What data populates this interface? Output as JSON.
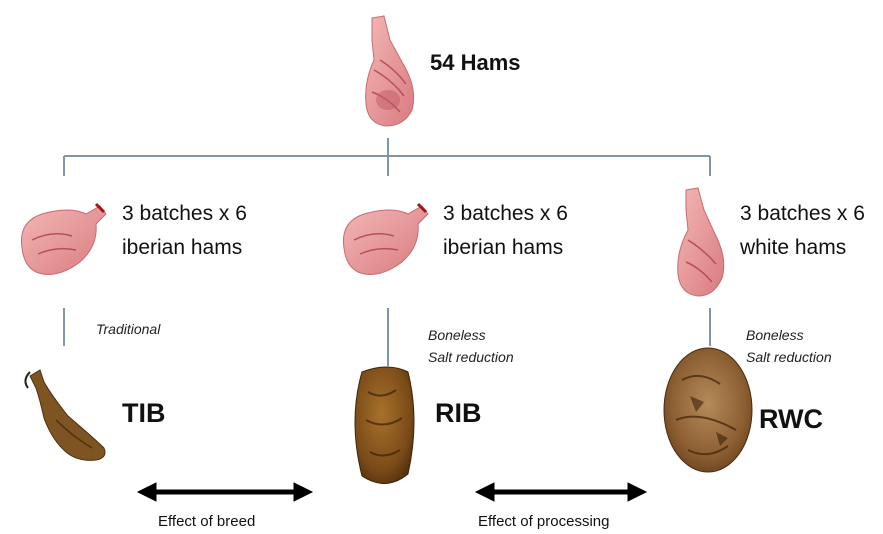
{
  "diagram": {
    "root": {
      "label": "54 Hams"
    },
    "branches": [
      {
        "label_line1": "3 batches x 6",
        "label_line2": "iberian hams",
        "process": [
          "Traditional"
        ],
        "code": "TIB"
      },
      {
        "label_line1": "3 batches x 6",
        "label_line2": "iberian hams",
        "process": [
          "Boneless",
          "Salt reduction"
        ],
        "code": "RIB"
      },
      {
        "label_line1": "3 batches x 6",
        "label_line2": "white hams",
        "process": [
          "Boneless",
          "Salt reduction"
        ],
        "code": "RWC"
      }
    ],
    "effects": [
      {
        "label": "Effect of breed"
      },
      {
        "label": "Effect of processing"
      }
    ]
  },
  "colors": {
    "connector": "#7f96a6",
    "raw_meat": "#e89a9a",
    "raw_meat_dark": "#c05a63",
    "fat": "#f6e3df",
    "cured_ham": "#8a5a24",
    "cured_dark": "#4e2f0e",
    "arrow": "#000000"
  },
  "icons": [
    "raw-whole-ham-icon",
    "raw-leg-ham-icon",
    "cured-leg-ham-icon",
    "boneless-cured-ham-icon"
  ]
}
